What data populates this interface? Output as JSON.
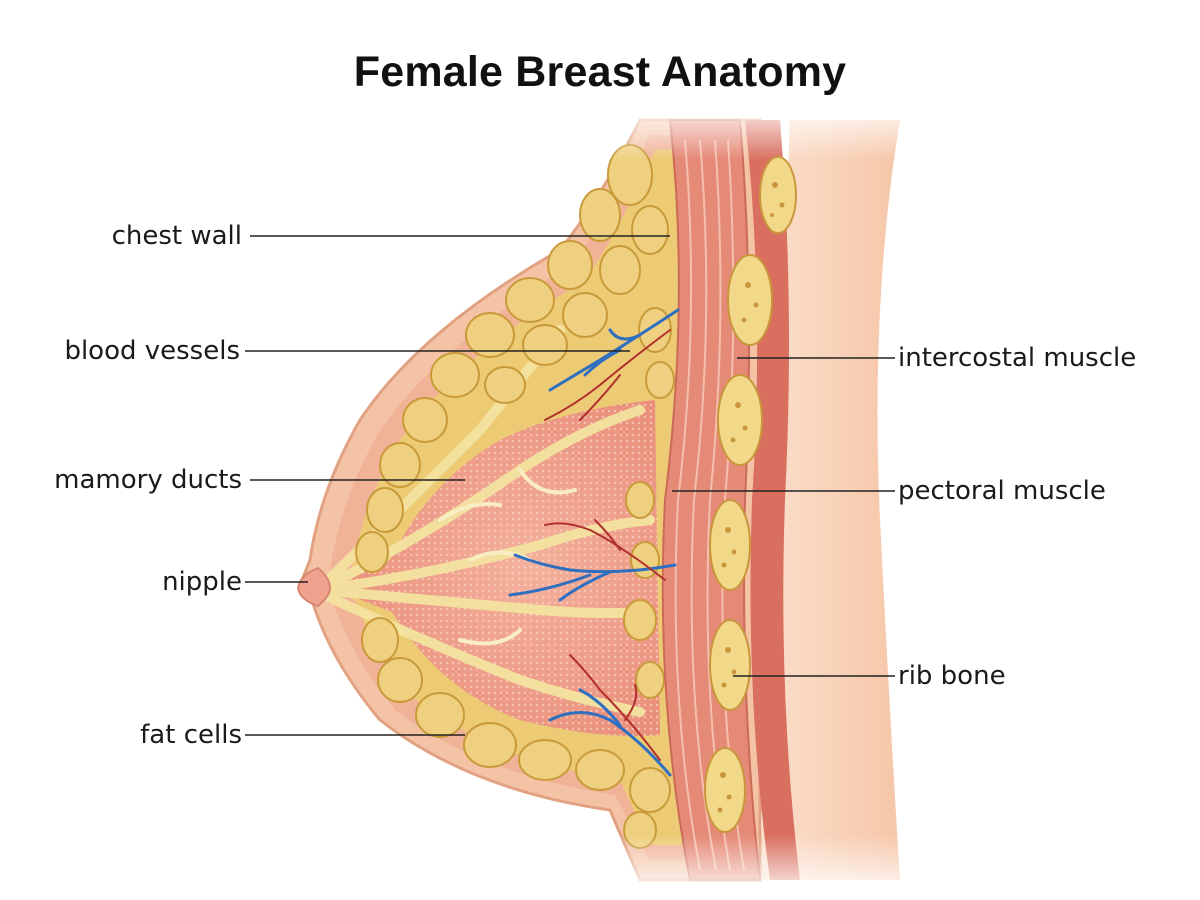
{
  "title": "Female Breast Anatomy",
  "labels": {
    "chest_wall": "chest wall",
    "blood_vessels": "blood vessels",
    "mamory_ducts": "mamory ducts",
    "nipple": "nipple",
    "fat_cells": "fat cells",
    "intercostal_muscle": "intercostal muscle",
    "pectoral_muscle": "pectoral muscle",
    "rib_bone": "rib bone"
  },
  "colors": {
    "skin": "#f9d3b8",
    "skin_edge": "#e8a98c",
    "fat": "#edd27a",
    "fat_dark": "#c99a3a",
    "tissue": "#f0a08c",
    "duct": "#f5e6a8",
    "muscle": "#e07d6e",
    "vein": "#2f6fc0",
    "artery": "#b0302e",
    "rib": "#f2d98a",
    "leader": "#222222"
  }
}
